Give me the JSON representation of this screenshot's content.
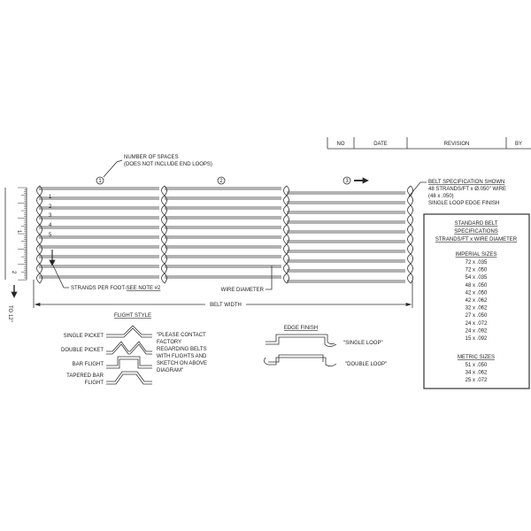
{
  "revision_table": {
    "headers": [
      "NO",
      "DATE",
      "REVISION",
      "BY"
    ]
  },
  "callouts": {
    "spaces_line1": "NUMBER OF SPACES",
    "spaces_line2": "(DOES NOT INCLUDE END LOOPS)",
    "circle1": "1",
    "circle2": "2",
    "circle3": "3",
    "strands_note_prefix": "STRANDS PER FOOT-",
    "strands_note_link": "SEE NOTE #2",
    "wire_diameter": "WIRE DIAMETER",
    "belt_width": "BELT WIDTH",
    "row_numbers": [
      "1",
      "2",
      "3",
      "4",
      "5"
    ]
  },
  "ruler": {
    "marks": [
      "1",
      "2"
    ],
    "to_label": "TO 12\""
  },
  "belt_spec": {
    "lines": [
      "BELT SPECIFICATION SHOWN",
      "48 STRANDS/FT x Ø.050\" WIRE",
      "(48 x .050)",
      "SINGLE LOOP EDGE FINISH"
    ]
  },
  "spec_box": {
    "title_lines": [
      "STANDARD BELT",
      "SPECIFICATIONS",
      "STRANDS/FT x WIRE DIAMETER"
    ],
    "imperial_title": "IMPERIAL SIZES",
    "imperial": [
      "72 x .035",
      "72 x .050",
      "54 x .035",
      "48 x .050",
      "42 x .050",
      "42 x .062",
      "32 x .062",
      "27 x .050",
      "24 x .072",
      "24 x .092",
      "15 x .092"
    ],
    "metric_title": "METRIC SIZES",
    "metric": [
      "51 x .050",
      "34 x .062",
      "25 x .072"
    ]
  },
  "flight_style": {
    "title": "FLIGHT STYLE",
    "items": [
      "SINGLE PICKET",
      "DOUBLE PICKET",
      "BAR FLIGHT",
      "TAPERED BAR",
      "FLIGHT"
    ],
    "note": [
      "\"PLEASE CONTACT",
      "FACTORY",
      "REGARDING BELTS",
      "WITH FLIGHTS AND",
      "SKETCH ON ABOVE",
      "DIAGRAM\""
    ]
  },
  "edge_finish": {
    "title": "EDGE FINISH",
    "single": "\"SINGLE LOOP\"",
    "double": "\"DOUBLE LOOP\""
  }
}
